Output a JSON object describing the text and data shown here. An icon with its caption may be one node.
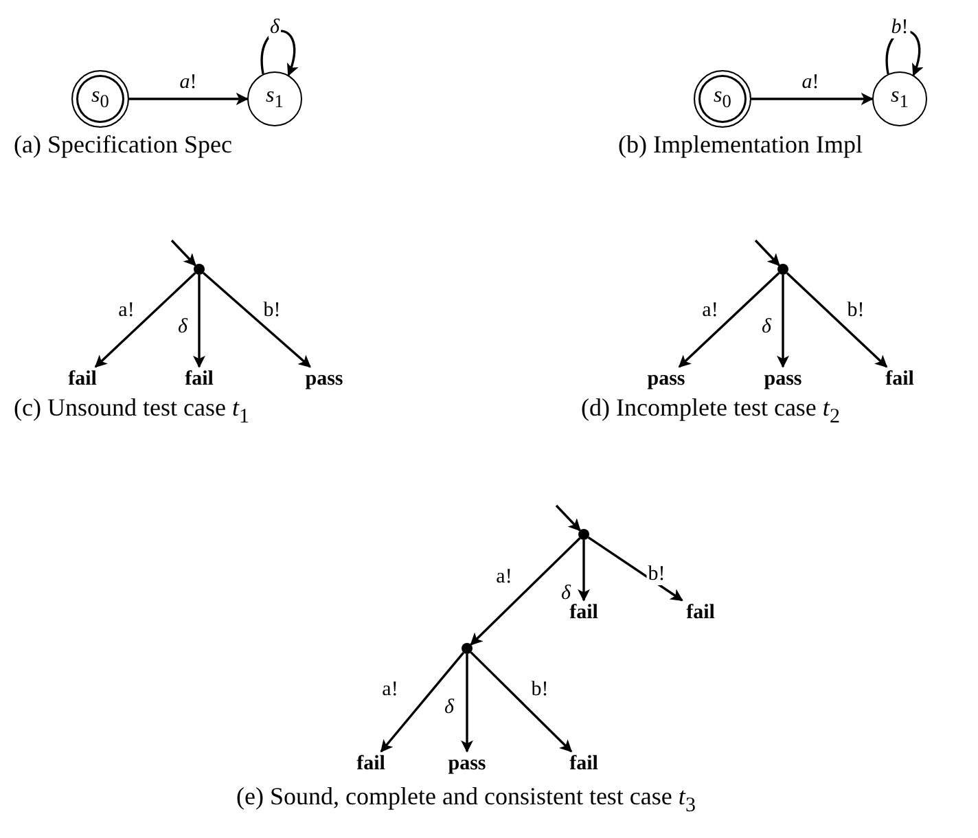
{
  "diagram": {
    "nodes": [
      {
        "text": [
          "*s*$_{0}$"
        ]
      },
      {
        "text": [
          "*s*$_{1}$"
        ]
      },
      {
        "text": [
          "*s*$_{0}$"
        ]
      },
      {
        "text": [
          "*s*$_{1}$"
        ]
      },
      {
        "text": [],
        "shape": "circle"
      },
      {
        "text": [
          "fail"
        ]
      },
      {
        "text": [
          "fail"
        ]
      },
      {
        "text": [
          "pass"
        ]
      },
      {
        "text": [],
        "shape": "circle"
      },
      {
        "text": [
          "pass"
        ]
      },
      {
        "text": [
          "pass"
        ]
      },
      {
        "text": [
          "fail"
        ]
      },
      {
        "text": [],
        "shape": "circle"
      },
      {
        "text": [],
        "shape": "circle"
      },
      {
        "text": [
          "fail"
        ]
      },
      {
        "text": [
          "fail"
        ]
      },
      {
        "text": [
          "fail"
        ]
      },
      {
        "text": [
          "pass"
        ]
      },
      {
        "text": [
          "fail"
        ]
      }
    ],
    "edges": [
      {
        "from": 0,
        "to": 1,
        "arrow": "to",
        "label": "*a*!"
      },
      {
        "from": 1,
        "to": 1,
        "arrow": "to",
        "label": "*δ*"
      },
      {
        "from": 2,
        "to": 3,
        "arrow": "to",
        "label": "*a*!"
      },
      {
        "from": 3,
        "to": 3,
        "arrow": "to",
        "label": "*b*!"
      },
      {
        "from": null,
        "to": 4,
        "arrow": "to"
      },
      {
        "from": 4,
        "to": 5,
        "arrow": "to",
        "label": "a!"
      },
      {
        "from": 4,
        "to": 6,
        "arrow": "to",
        "label": "*δ*"
      },
      {
        "from": 4,
        "to": 7,
        "arrow": "to",
        "label": "b!"
      },
      {
        "from": null,
        "to": 8,
        "arrow": "to"
      },
      {
        "from": 8,
        "to": 9,
        "arrow": "to",
        "label": "a!"
      },
      {
        "from": 8,
        "to": 10,
        "arrow": "to",
        "label": "*δ*"
      },
      {
        "from": 8,
        "to": 11,
        "arrow": "to",
        "label": "b!"
      },
      {
        "from": null,
        "to": 12,
        "arrow": "to"
      },
      {
        "from": 12,
        "to": 13,
        "arrow": "to",
        "label": "a!"
      },
      {
        "from": 12,
        "to": 14,
        "arrow": "to",
        "label": "*δ*"
      },
      {
        "from": 12,
        "to": 15,
        "arrow": "to",
        "label": "b!"
      },
      {
        "from": 13,
        "to": 16,
        "arrow": "to",
        "label": "a!"
      },
      {
        "from": 13,
        "to": 17,
        "arrow": "to",
        "label": "*δ*"
      },
      {
        "from": 13,
        "to": 18,
        "arrow": "to",
        "label": "b!"
      }
    ],
    "labels": [
      "(a) Specification Spec",
      "(b) Implementation Impl",
      "(c) Unsound test case *t*$_{1}$",
      "(d) Incomplete test case *t*$_{2}$",
      "(e) Sound, complete and consistent test case *t*$_{3}$"
    ]
  }
}
